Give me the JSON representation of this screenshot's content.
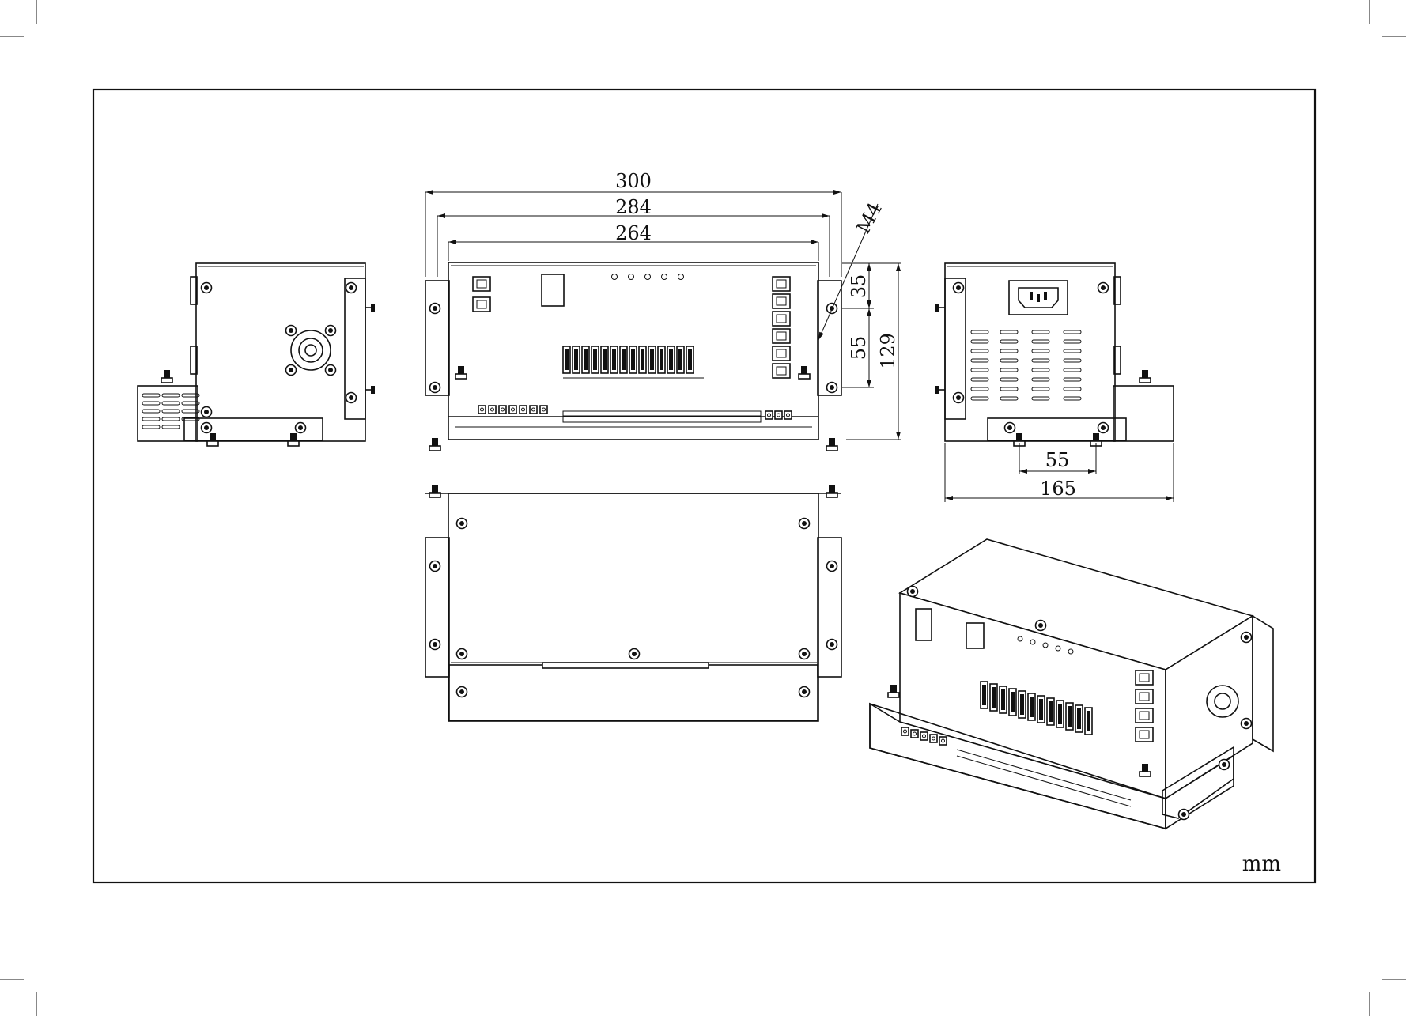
{
  "drawing": {
    "dimensions": {
      "width_overall": "300",
      "width_mounting": "284",
      "width_body": "264",
      "thread": "M4",
      "hole_offset_top": "35",
      "hole_spacing": "55",
      "height_overall": "129",
      "side_hole_spacing": "55",
      "depth_overall": "165"
    },
    "unit": "mm"
  },
  "colors": {
    "line": "#111111",
    "paper": "#ffffff"
  },
  "icons": [
    "screw-head-icon",
    "fan-grille-icon",
    "rj45-port-icon",
    "power-inlet-icon",
    "led-indicator-icon",
    "relay-icon",
    "terminal-block-icon",
    "standoff-icon"
  ]
}
